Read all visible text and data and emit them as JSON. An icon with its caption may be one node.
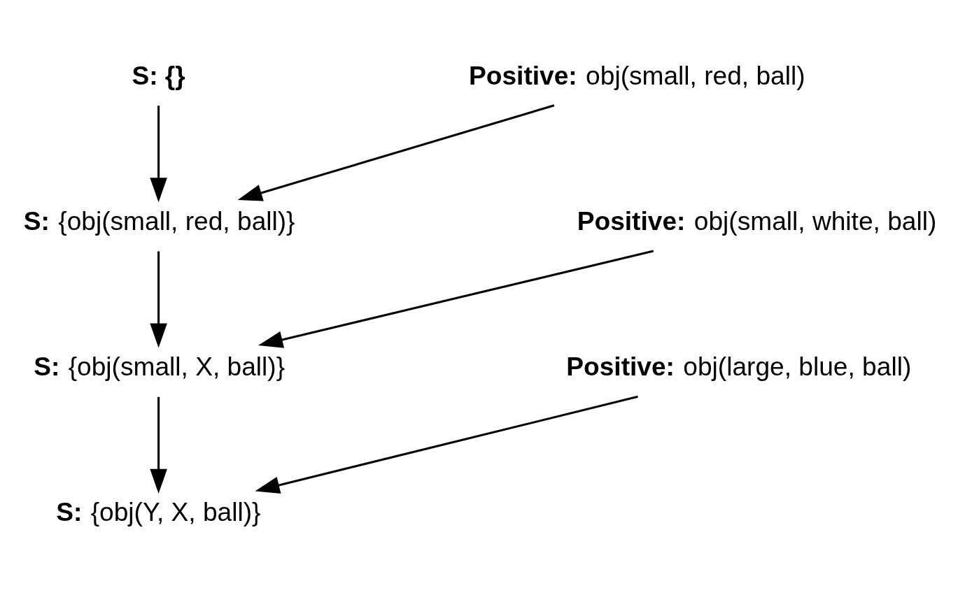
{
  "diagram": {
    "nodes": [
      {
        "text": [
          "**S: {}**"
        ]
      },
      {
        "text": [
          "**Positive:** obj(small, red, ball)"
        ]
      },
      {
        "text": [
          "**S:** {obj(small, red, ball)}"
        ]
      },
      {
        "text": [
          "**Positive:** obj(small, white, ball)"
        ]
      },
      {
        "text": [
          "**S:** {obj(small, X, ball)}"
        ]
      },
      {
        "text": [
          "**Positive:** obj(large, blue, ball)"
        ]
      },
      {
        "text": [
          "**S:** {obj(Y, X, ball)}"
        ]
      }
    ],
    "edges": [
      {
        "from": 0,
        "to": 2,
        "arrow": "to"
      },
      {
        "from": 1,
        "to": 2,
        "arrow": "to"
      },
      {
        "from": 2,
        "to": 4,
        "arrow": "to"
      },
      {
        "from": 3,
        "to": 4,
        "arrow": "to"
      },
      {
        "from": 4,
        "to": 6,
        "arrow": "to"
      },
      {
        "from": 5,
        "to": 6,
        "arrow": "to"
      }
    ]
  }
}
